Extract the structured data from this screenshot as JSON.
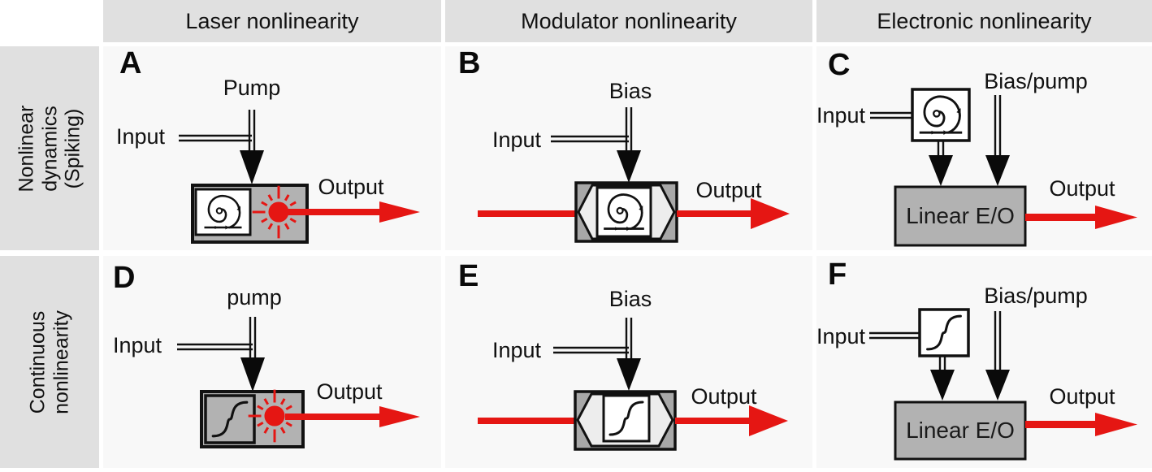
{
  "colors": {
    "beam_red": "#e51613",
    "box_gray": "#b2b2b2",
    "header_gray": "#e0e0e0",
    "panel_bg": "#f8f8f8",
    "modulator_corner_gray": "#a8a8a8",
    "modulator_body_light": "#ededed",
    "line_black": "#111111"
  },
  "column_headers": [
    {
      "label": "Laser nonlinearity"
    },
    {
      "label": "Modulator nonlinearity"
    },
    {
      "label": "Electronic nonlinearity"
    }
  ],
  "row_headers": [
    {
      "lines": [
        "Nonlinear",
        "dynamics",
        "(Spiking)"
      ]
    },
    {
      "lines": [
        "Continuous",
        "nonlinearity"
      ]
    }
  ],
  "panels": [
    {
      "letter": "A",
      "top_label": "Pump",
      "input_label": "Input",
      "output_label": "Output"
    },
    {
      "letter": "B",
      "top_label": "Bias",
      "input_label": "Input",
      "output_label": "Output"
    },
    {
      "letter": "C",
      "top_label": "Bias/pump",
      "input_label": "Input",
      "output_label": "Output",
      "box_label": "Linear E/O"
    },
    {
      "letter": "D",
      "top_label": "pump",
      "input_label": "Input",
      "output_label": "Output"
    },
    {
      "letter": "E",
      "top_label": "Bias",
      "input_label": "Input",
      "output_label": "Output"
    },
    {
      "letter": "F",
      "top_label": "Bias/pump",
      "input_label": "Input",
      "output_label": "Output",
      "box_label": "Linear E/O"
    }
  ]
}
